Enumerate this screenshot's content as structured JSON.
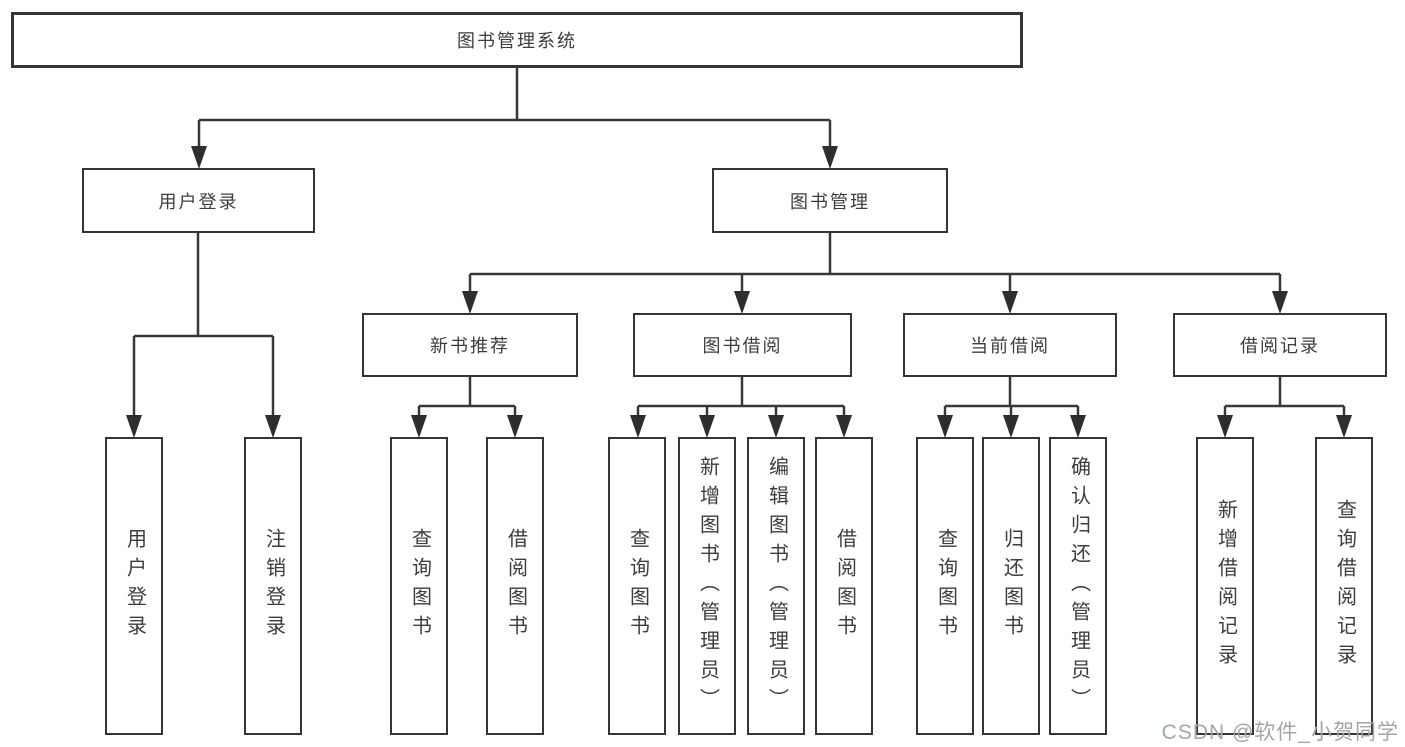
{
  "diagram": {
    "root": {
      "label": "图书管理系统"
    },
    "user_login_branch": {
      "label": "用户登录",
      "children": [
        "用户登录",
        "注销登录"
      ]
    },
    "book_mgmt_branch": {
      "label": "图书管理",
      "groups": [
        {
          "label": "新书推荐",
          "children": [
            "查询图书",
            "借阅图书"
          ]
        },
        {
          "label": "图书借阅",
          "children": [
            "查询图书",
            "新增图书（管理员）",
            "编辑图书（管理员）",
            "借阅图书"
          ]
        },
        {
          "label": "当前借阅",
          "children": [
            "查询图书",
            "归还图书",
            "确认归还（管理员）"
          ]
        },
        {
          "label": "借阅记录",
          "children": [
            "新增借阅记录",
            "查询借阅记录"
          ]
        }
      ]
    }
  },
  "watermark": {
    "text": "CSDN @软件_小贺同学"
  },
  "colors": {
    "line": "#383838",
    "arrow_fill": "#2e2e2e",
    "box_border": "#353535",
    "text": "#3d3d3d",
    "background": "#ffffff",
    "watermark": "#a2a6ab"
  }
}
